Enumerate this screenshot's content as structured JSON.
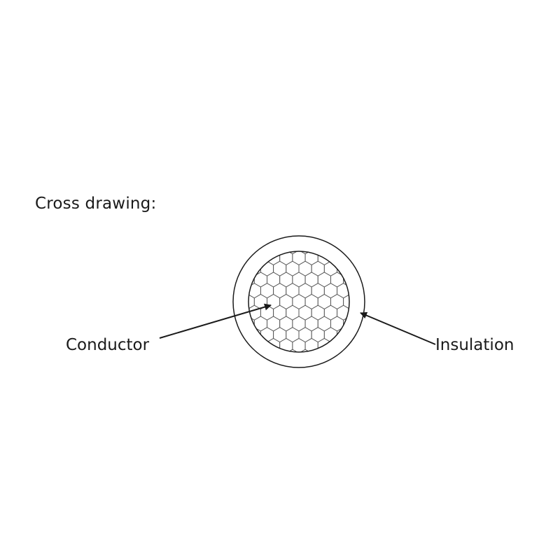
{
  "title": "Cross drawing:",
  "labels": {
    "conductor": "Conductor",
    "insulation": "Insulation"
  },
  "colors": {
    "stroke": "#1a1a1a",
    "hex_stroke": "#555555",
    "background": "#ffffff"
  }
}
